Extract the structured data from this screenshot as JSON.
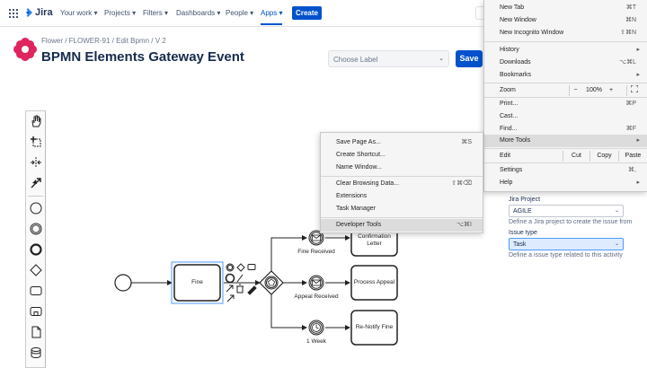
{
  "topnav": {
    "logo_text": "Jira",
    "items": [
      {
        "label": "Your work ▾"
      },
      {
        "label": "Projects ▾"
      },
      {
        "label": "Filters ▾"
      },
      {
        "label": "Dashboards ▾"
      },
      {
        "label": "People ▾"
      },
      {
        "label": "Apps ▾"
      }
    ],
    "create_label": "Create"
  },
  "breadcrumb": "Flower  / FLOWER-91  / Edit Bpmn  / V 2",
  "page_title": "BPMN Elements Gateway Event",
  "label_select": {
    "placeholder": "Choose Label"
  },
  "save_label": "Save",
  "diagram": {
    "task_fine": "Fine",
    "task_confirmation": "Confirmation Letter",
    "task_process_appeal": "Process Appeal",
    "task_renotify": "Re-Notify Fine",
    "event_fine_received": "Fine Received",
    "event_appeal_received": "Appeal Received",
    "event_1_week": "1 Week"
  },
  "properties": {
    "project_label": "Jira Project",
    "project_value": "AGILE",
    "project_help": "Define a Jira project to create the issue from",
    "issue_type_label": "Issue type",
    "issue_type_value": "Task",
    "issue_type_help": "Define a issue type related to this activity"
  },
  "chrome_menu": {
    "new_tab": "New Tab",
    "new_tab_sc": "⌘T",
    "new_window": "New Window",
    "new_window_sc": "⌘N",
    "new_incognito": "New Incognito Window",
    "new_incognito_sc": "⇧⌘N",
    "history": "History",
    "downloads": "Downloads",
    "downloads_sc": "⌥⌘L",
    "bookmarks": "Bookmarks",
    "zoom": "Zoom",
    "zoom_minus": "−",
    "zoom_value": "100%",
    "zoom_plus": "+",
    "print": "Print...",
    "print_sc": "⌘P",
    "cast": "Cast...",
    "find": "Find...",
    "find_sc": "⌘F",
    "more_tools": "More Tools",
    "edit": "Edit",
    "cut": "Cut",
    "copy": "Copy",
    "paste": "Paste",
    "settings": "Settings",
    "settings_sc": "⌘,",
    "help": "Help"
  },
  "more_tools_menu": {
    "save_page": "Save Page As...",
    "save_page_sc": "⌘S",
    "create_shortcut": "Create Shortcut...",
    "name_window": "Name Window...",
    "clear_data": "Clear Browsing Data...",
    "clear_data_sc": "⇧⌘⌫",
    "extensions": "Extensions",
    "task_manager": "Task Manager",
    "developer_tools": "Developer Tools",
    "developer_tools_sc": "⌥⌘I"
  }
}
